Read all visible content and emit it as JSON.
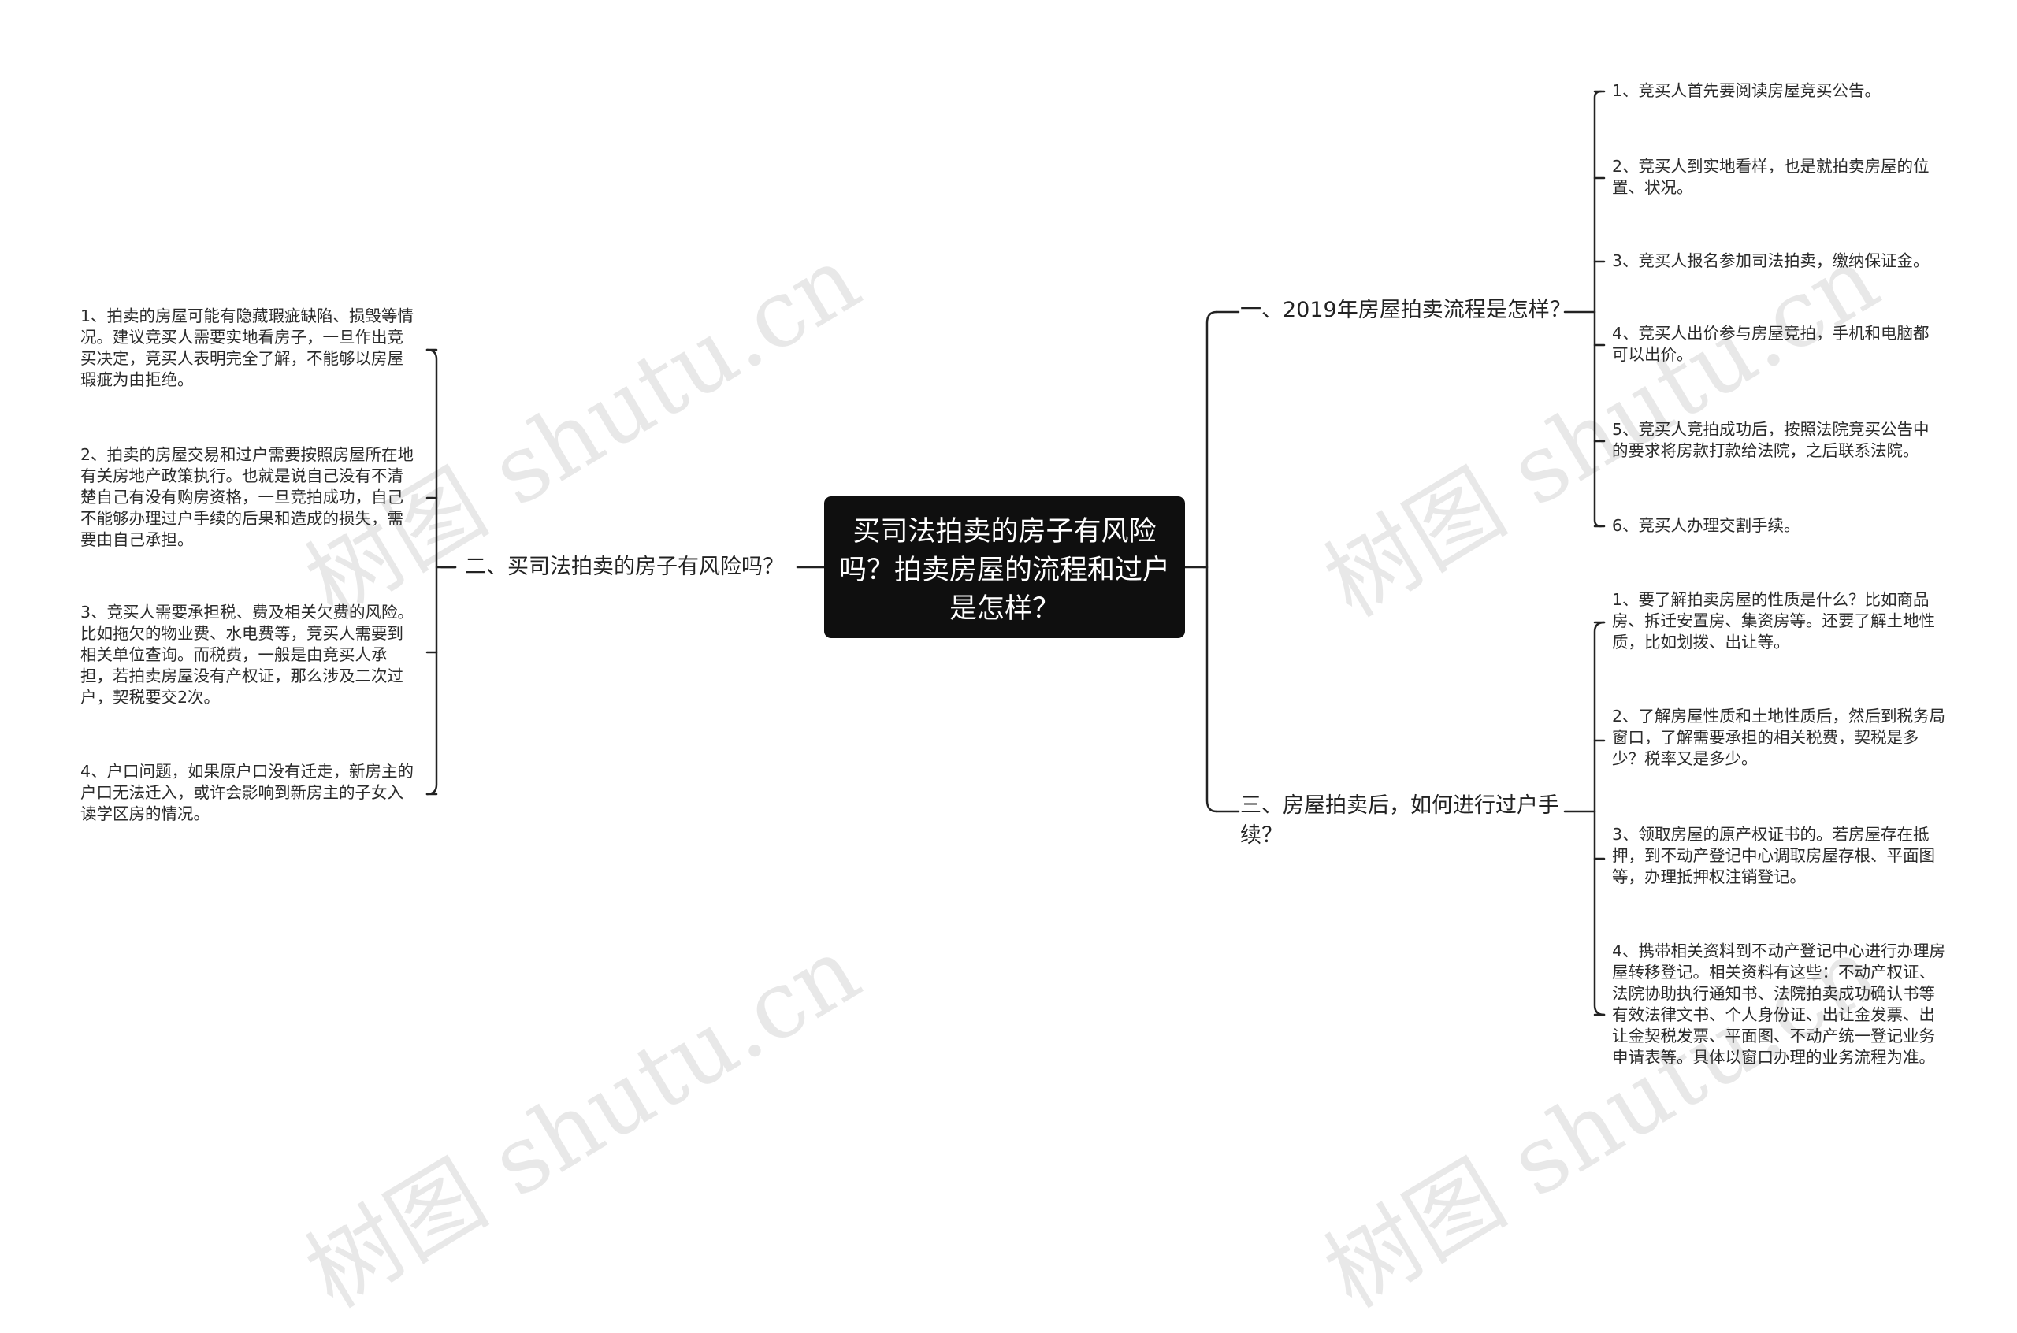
{
  "root": {
    "title": "买司法拍卖的房子有风险吗？拍卖房屋的流程和过户是怎样？"
  },
  "watermark": "树图 shutu.cn",
  "branches": [
    {
      "label": "一、2019年房屋拍卖流程是怎样？",
      "items": [
        "1、竞买人首先要阅读房屋竞买公告。",
        "2、竞买人到实地看样，也是就拍卖房屋的位置、状况。",
        "3、竞买人报名参加司法拍卖，缴纳保证金。",
        "4、竞买人出价参与房屋竞拍，手机和电脑都可以出价。",
        "5、竞买人竞拍成功后，按照法院竞买公告中的要求将房款打款给法院，之后联系法院。",
        "6、竞买人办理交割手续。"
      ]
    },
    {
      "label": "二、买司法拍卖的房子有风险吗？",
      "items": [
        "1、拍卖的房屋可能有隐藏瑕疵缺陷、损毁等情况。建议竞买人需要实地看房子，一旦作出竞买决定，竞买人表明完全了解，不能够以房屋瑕疵为由拒绝。",
        "2、拍卖的房屋交易和过户需要按照房屋所在地有关房地产政策执行。也就是说自己没有不清楚自己有没有购房资格，一旦竞拍成功，自己不能够办理过户手续的后果和造成的损失，需要由自己承担。",
        "3、竞买人需要承担税、费及相关欠费的风险。比如拖欠的物业费、水电费等，竞买人需要到相关单位查询。而税费，一般是由竞买人承担，若拍卖房屋没有产权证，那么涉及二次过户，契税要交2次。",
        "4、户口问题，如果原户口没有迁走，新房主的户口无法迁入，或许会影响到新房主的子女入读学区房的情况。"
      ]
    },
    {
      "label": "三、房屋拍卖后，如何进行过户手续？",
      "items": [
        "1、要了解拍卖房屋的性质是什么？比如商品房、拆迁安置房、集资房等。还要了解土地性质，比如划拨、出让等。",
        "2、了解房屋性质和土地性质后，然后到税务局窗口，了解需要承担的相关税费，契税是多少？税率又是多少。",
        "3、领取房屋的原产权证书的。若房屋存在抵押，到不动产登记中心调取房屋存根、平面图等，办理抵押权注销登记。",
        "4、携带相关资料到不动产登记中心进行办理房屋转移登记。相关资料有这些：不动产权证、法院协助执行通知书、法院拍卖成功确认书等有效法律文书、个人身份证、出让金发票、出让金契税发票、平面图、不动产统一登记业务申请表等。具体以窗口办理的业务流程为准。"
      ]
    }
  ]
}
